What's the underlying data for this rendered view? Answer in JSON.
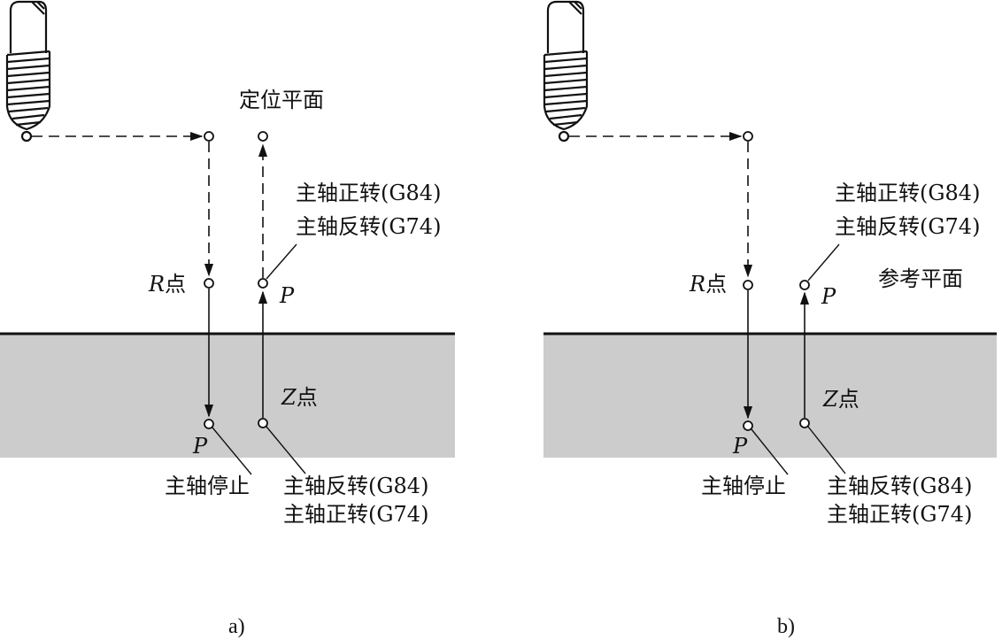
{
  "colors": {
    "workpiece": "#cccccc",
    "line": "#111111",
    "background": "#ffffff"
  },
  "panel_a": {
    "plane_label": "定位平面",
    "cw_label": "主轴正转(G84)",
    "ccw_label": "主轴反转(G74)",
    "r_point": "R点",
    "r_letter": "R",
    "r_suffix": "点",
    "z_point": "Z点",
    "z_letter": "Z",
    "z_suffix": "点",
    "p_upper": "P",
    "p_lower": "P",
    "stop_label": "主轴停止",
    "bottom_ccw_label": "主轴反转(G84)",
    "bottom_cw_label": "主轴正转(G74)",
    "caption": "a)"
  },
  "panel_b": {
    "plane_label": "参考平面",
    "cw_label": "主轴正转(G84)",
    "ccw_label": "主轴反转(G74)",
    "r_letter": "R",
    "r_suffix": "点",
    "z_letter": "Z",
    "z_suffix": "点",
    "p_upper": "P",
    "p_lower": "P",
    "stop_label": "主轴停止",
    "bottom_ccw_label": "主轴反转(G84)",
    "bottom_cw_label": "主轴正转(G74)",
    "caption": "b)"
  }
}
